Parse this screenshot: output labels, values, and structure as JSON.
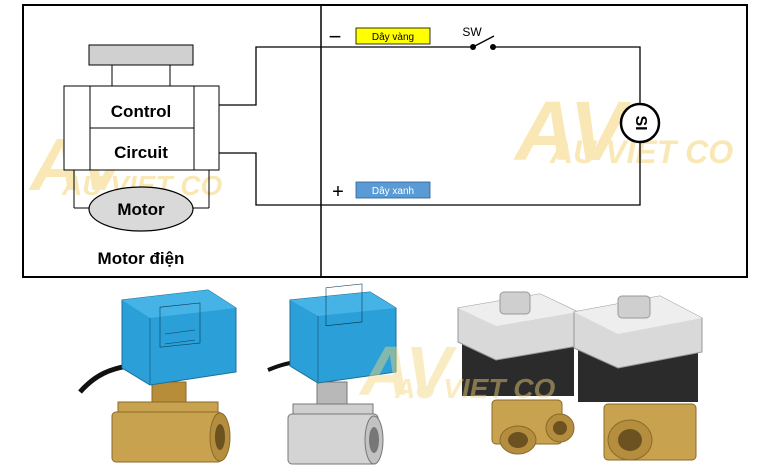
{
  "diagram": {
    "block_top_label": "Control",
    "block_bottom_label": "Circuit",
    "motor_label": "Motor",
    "caption": "Motor điện",
    "minus_sign": "−",
    "plus_sign": "+",
    "wire_yellow_label": "Dây vàng",
    "wire_blue_label": "Dây xanh",
    "switch_label": "SW",
    "source_label": "SI"
  },
  "watermark": {
    "logo_letters": "AV",
    "brand": "AU VIET CO"
  },
  "colors": {
    "yellow_tag": "#ffff00",
    "blue_tag": "#5b9bd5",
    "watermark": "#f5d77a",
    "valve_blue": "#2a9fd8",
    "brass": "#c9a24f",
    "actuator_grey": "#d9d9d9"
  },
  "photos": [
    {
      "name": "blue-actuator-brass-valve",
      "body_color": "#2a9fd8"
    },
    {
      "name": "blue-actuator-steel-valve",
      "body_color": "#2a9fd8"
    },
    {
      "name": "grey-actuator-brass-valves",
      "body_color": "#d9d9d9"
    }
  ]
}
